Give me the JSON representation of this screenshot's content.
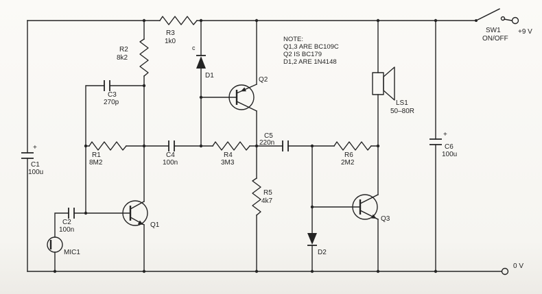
{
  "colors": {
    "ink": "#242424",
    "paper": "#f7f6f2"
  },
  "rails": {
    "positive": "+9 V",
    "ground": "0 V"
  },
  "switch": {
    "ref": "SW1",
    "mode": "ON/OFF"
  },
  "note": {
    "heading": "NOTE:",
    "lines": [
      "Q1,3 ARE BC109C",
      "Q2 IS BC179",
      "D1,2 ARE 1N4148"
    ]
  },
  "components": {
    "r1": {
      "ref": "R1",
      "value": "8M2"
    },
    "r2": {
      "ref": "R2",
      "value": "8k2"
    },
    "r3": {
      "ref": "R3",
      "value": "1k0"
    },
    "r4": {
      "ref": "R4",
      "value": "3M3"
    },
    "r5": {
      "ref": "R5",
      "value": "4k7"
    },
    "r6": {
      "ref": "R6",
      "value": "2M2"
    },
    "c1": {
      "ref": "C1",
      "value": "100u",
      "polarity": "+"
    },
    "c2": {
      "ref": "C2",
      "value": "100n"
    },
    "c3": {
      "ref": "C3",
      "value": "270p"
    },
    "c4": {
      "ref": "C4",
      "value": "100n"
    },
    "c5": {
      "ref": "C5",
      "value": "220n"
    },
    "c6": {
      "ref": "C6",
      "value": "100u",
      "polarity": "+"
    },
    "d1": {
      "ref": "D1",
      "cathode_mark": "c"
    },
    "d2": {
      "ref": "D2"
    },
    "q1": {
      "ref": "Q1"
    },
    "q2": {
      "ref": "Q2"
    },
    "q3": {
      "ref": "Q3"
    },
    "mic1": {
      "ref": "MIC1"
    },
    "ls1": {
      "ref": "LS1",
      "value": "50–80R"
    }
  }
}
